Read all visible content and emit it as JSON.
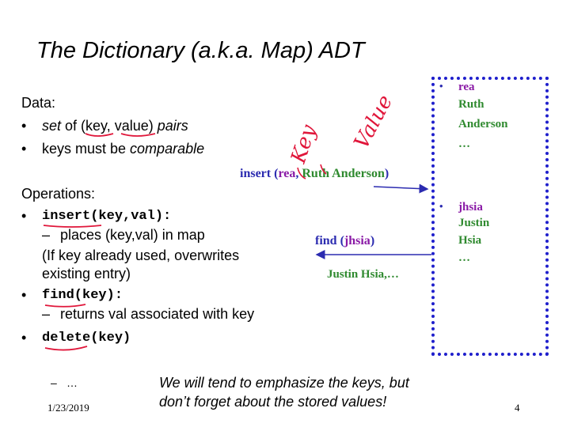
{
  "slide": {
    "title": "The Dictionary (a.k.a. Map) ADT",
    "data_heading": "Data:",
    "bullet1_pre": "set",
    "bullet1_mid": " of (key, value) ",
    "bullet1_post": "pairs",
    "bullet2_pre": "keys must be ",
    "bullet2_post": "comparable",
    "ops_heading": "Operations:",
    "op_insert": "insert(key,val):",
    "op_insert_sub": "places (key,val) in map",
    "op_insert_note1": "(If key already used, overwrites",
    "op_insert_note2": "existing entry)",
    "op_find": "find(key):",
    "op_find_sub": "returns val associated with key",
    "op_delete": "delete(key)",
    "ellipsis_item": "…",
    "note_line1": "We will tend to emphasize the keys, but",
    "note_line2": "don’t forget about the stored values!",
    "date": "1/23/2019",
    "page_number": "4",
    "bullet_char": "•",
    "dash_char": "–"
  },
  "diagram": {
    "insert_call_pre": "insert (",
    "insert_call_key": "rea",
    "insert_call_comma": ", ",
    "insert_call_value": "Ruth Anderson",
    "insert_call_post": ")",
    "find_call_pre": "find  (",
    "find_call_key": "jhsia",
    "find_call_post": ")",
    "find_result": "Justin Hsia,…",
    "entry1_key": "rea",
    "entry1_line1": "Ruth",
    "entry1_line2": "Anderson",
    "entry1_more": "…",
    "entry2_key": "jhsia",
    "entry2_line1": "Justin",
    "entry2_line2": "Hsia",
    "entry2_more": "…",
    "handwritten_key": "Key",
    "handwritten_value": "Value"
  },
  "colors": {
    "blue": "#2b2bb0",
    "purple": "#8a1aa6",
    "green": "#2f8a2f",
    "ink_red": "#e0163a",
    "box_border": "#1f1fcc"
  }
}
